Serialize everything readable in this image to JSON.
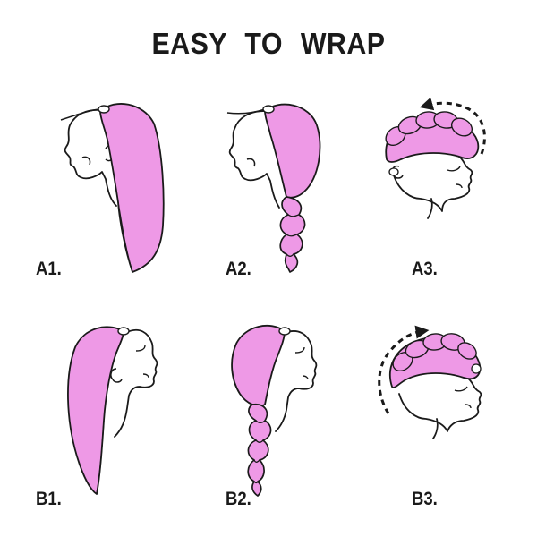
{
  "title": "EASY TO WRAP",
  "colors": {
    "towel": "#ee99e6",
    "outline": "#1a1a1a",
    "background": "#ffffff"
  },
  "steps": [
    {
      "label": "A1."
    },
    {
      "label": "A2."
    },
    {
      "label": "A3."
    },
    {
      "label": "B1."
    },
    {
      "label": "B2."
    },
    {
      "label": "B3."
    }
  ],
  "icons": [
    "head-profile-icon",
    "towel-icon",
    "twisted-towel-icon",
    "wrap-direction-arrow-icon",
    "button-loop-icon"
  ]
}
